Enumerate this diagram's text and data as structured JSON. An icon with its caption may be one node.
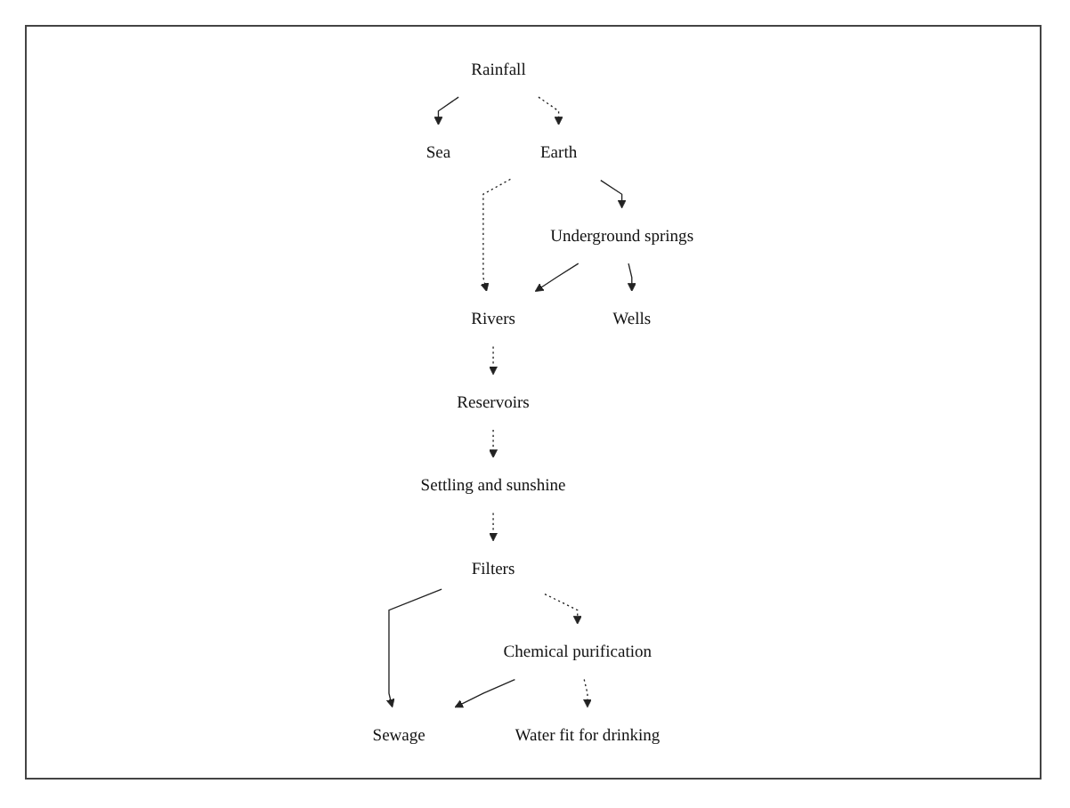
{
  "diagram": {
    "nodes": [
      {
        "text": [
          "Rainfall"
        ]
      },
      {
        "text": [
          "Sea"
        ]
      },
      {
        "text": [
          "Earth"
        ]
      },
      {
        "text": [
          "Rivers"
        ]
      },
      {
        "text": [
          "Underground springs"
        ]
      },
      {
        "text": [
          "Reservoirs"
        ]
      },
      {
        "text": [
          "Wells"
        ]
      },
      {
        "text": [
          "Settling and sunshine"
        ]
      },
      {
        "text": [
          "Filters"
        ]
      },
      {
        "text": [
          "Sewage"
        ]
      },
      {
        "text": [
          "Chemical purification"
        ]
      },
      {
        "text": [
          "Water fit for drinking"
        ]
      }
    ],
    "edges": [
      {
        "from": 0,
        "to": 1,
        "arrow": "to"
      },
      {
        "from": 0,
        "to": 2,
        "arrow": "to",
        "style": "dashed"
      },
      {
        "from": 2,
        "to": 3,
        "arrow": "to",
        "style": "dashed"
      },
      {
        "from": 2,
        "to": 4,
        "arrow": "to"
      },
      {
        "from": 4,
        "to": 3,
        "arrow": "to"
      },
      {
        "from": 4,
        "to": 6,
        "arrow": "to"
      },
      {
        "from": 3,
        "to": 5,
        "arrow": "to",
        "style": "dashed"
      },
      {
        "from": 5,
        "to": 7,
        "arrow": "to",
        "style": "dashed"
      },
      {
        "from": 7,
        "to": 8,
        "arrow": "to",
        "style": "dashed"
      },
      {
        "from": 8,
        "to": 9,
        "arrow": "to"
      },
      {
        "from": 8,
        "to": 10,
        "arrow": "to",
        "style": "dashed"
      },
      {
        "from": 10,
        "to": 9,
        "arrow": "to"
      },
      {
        "from": 10,
        "to": 11,
        "arrow": "to",
        "style": "dashed"
      }
    ]
  }
}
